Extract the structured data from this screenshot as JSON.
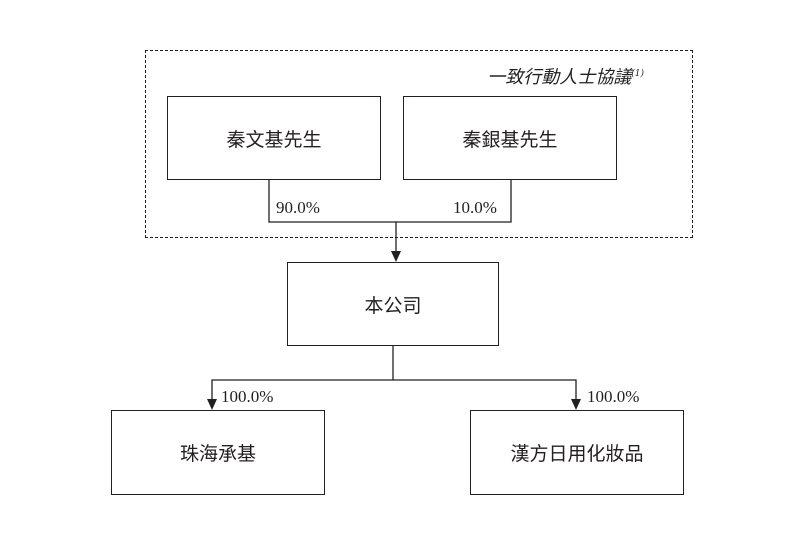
{
  "group_label": "一致行動人士協議",
  "group_note": "(1)",
  "shareholders": [
    {
      "name": "秦文基先生",
      "pct": "90.0%"
    },
    {
      "name": "秦銀基先生",
      "pct": "10.0%"
    }
  ],
  "company": "本公司",
  "subsidiaries": [
    {
      "name": "珠海承基",
      "pct": "100.0%"
    },
    {
      "name": "漢方日用化妝品",
      "pct": "100.0%"
    }
  ]
}
